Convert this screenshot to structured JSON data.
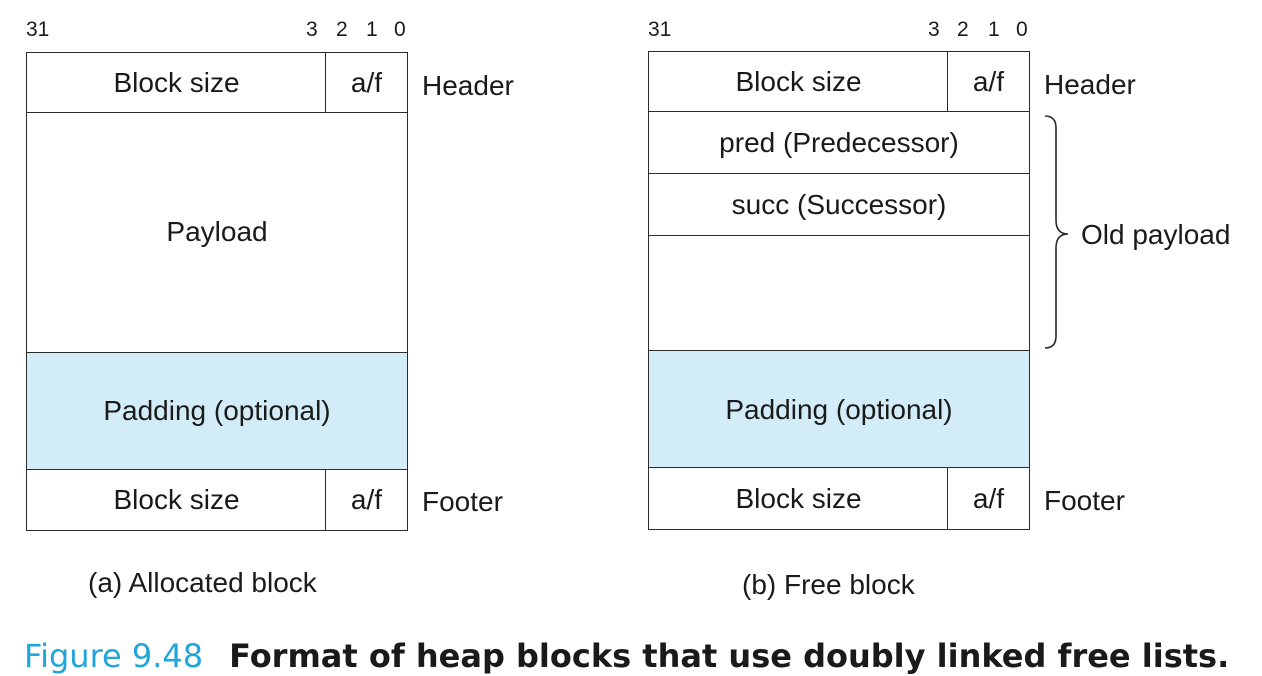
{
  "allocated": {
    "bits": {
      "b31": "31",
      "b3": "3",
      "b2": "2",
      "b1": "1",
      "b0": "0"
    },
    "header_size": "Block size",
    "header_af": "a/f",
    "header_label": "Header",
    "payload": "Payload",
    "padding": "Padding (optional)",
    "footer_size": "Block size",
    "footer_af": "a/f",
    "footer_label": "Footer",
    "caption": "(a) Allocated block"
  },
  "free": {
    "bits": {
      "b31": "31",
      "b3": "3",
      "b2": "2",
      "b1": "1",
      "b0": "0"
    },
    "header_size": "Block size",
    "header_af": "a/f",
    "header_label": "Header",
    "pred": "pred (Predecessor)",
    "succ": "succ (Successor)",
    "old_payload": "Old payload",
    "padding": "Padding (optional)",
    "footer_size": "Block size",
    "footer_af": "a/f",
    "footer_label": "Footer",
    "caption": "(b) Free block"
  },
  "figure": {
    "number": "Figure 9.48",
    "title": "Format of heap blocks that use doubly linked free lists."
  }
}
